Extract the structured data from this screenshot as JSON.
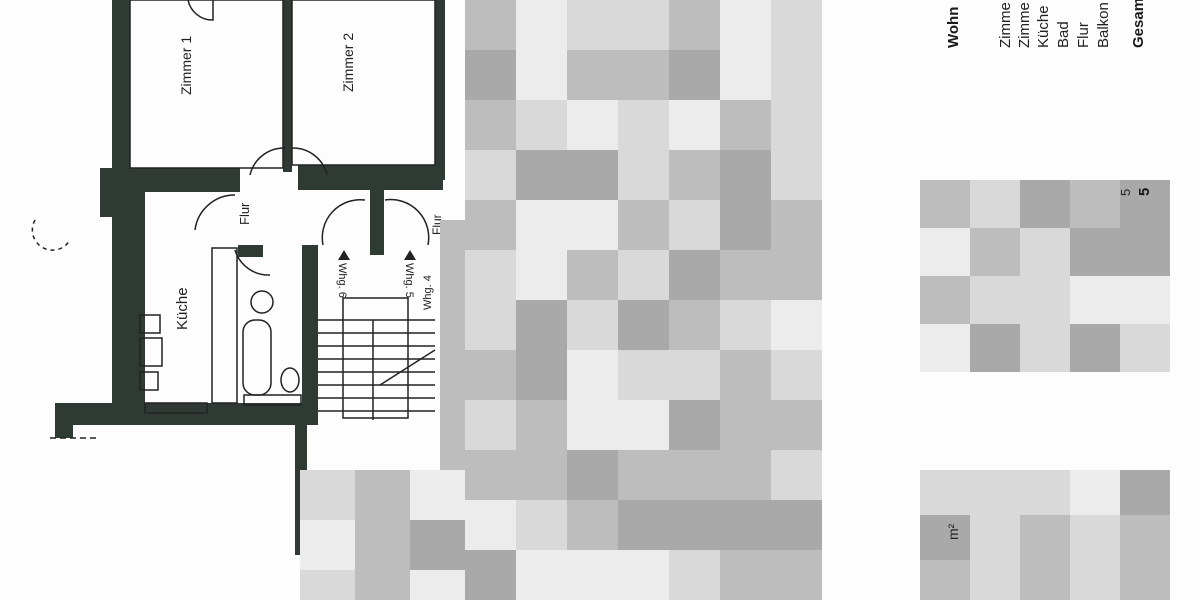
{
  "plan": {
    "rooms": {
      "zimmer1": "Zimmer 1",
      "zimmer2": "Zimmer 2",
      "flur": "Flur",
      "kueche": "Küche",
      "flur2": "Flur",
      "wohnung6": "Whg. 6",
      "wohnung5": "Whg. 5",
      "wohnung4": "Whg. 4"
    },
    "wall_color": "#2e3a33"
  },
  "area_table": {
    "heading": "Wohn",
    "rows": [
      "Zimme",
      "Zimme",
      "Küche",
      "Bad",
      "Flur",
      "Balkon"
    ],
    "total_label": "Gesam",
    "visible_values": [
      "5",
      "5"
    ],
    "unit": "m²"
  },
  "redaction": {
    "style": "pixelated",
    "colors": [
      "#d9d9d9",
      "#bdbdbd",
      "#ececec",
      "#a9a9a9"
    ]
  }
}
